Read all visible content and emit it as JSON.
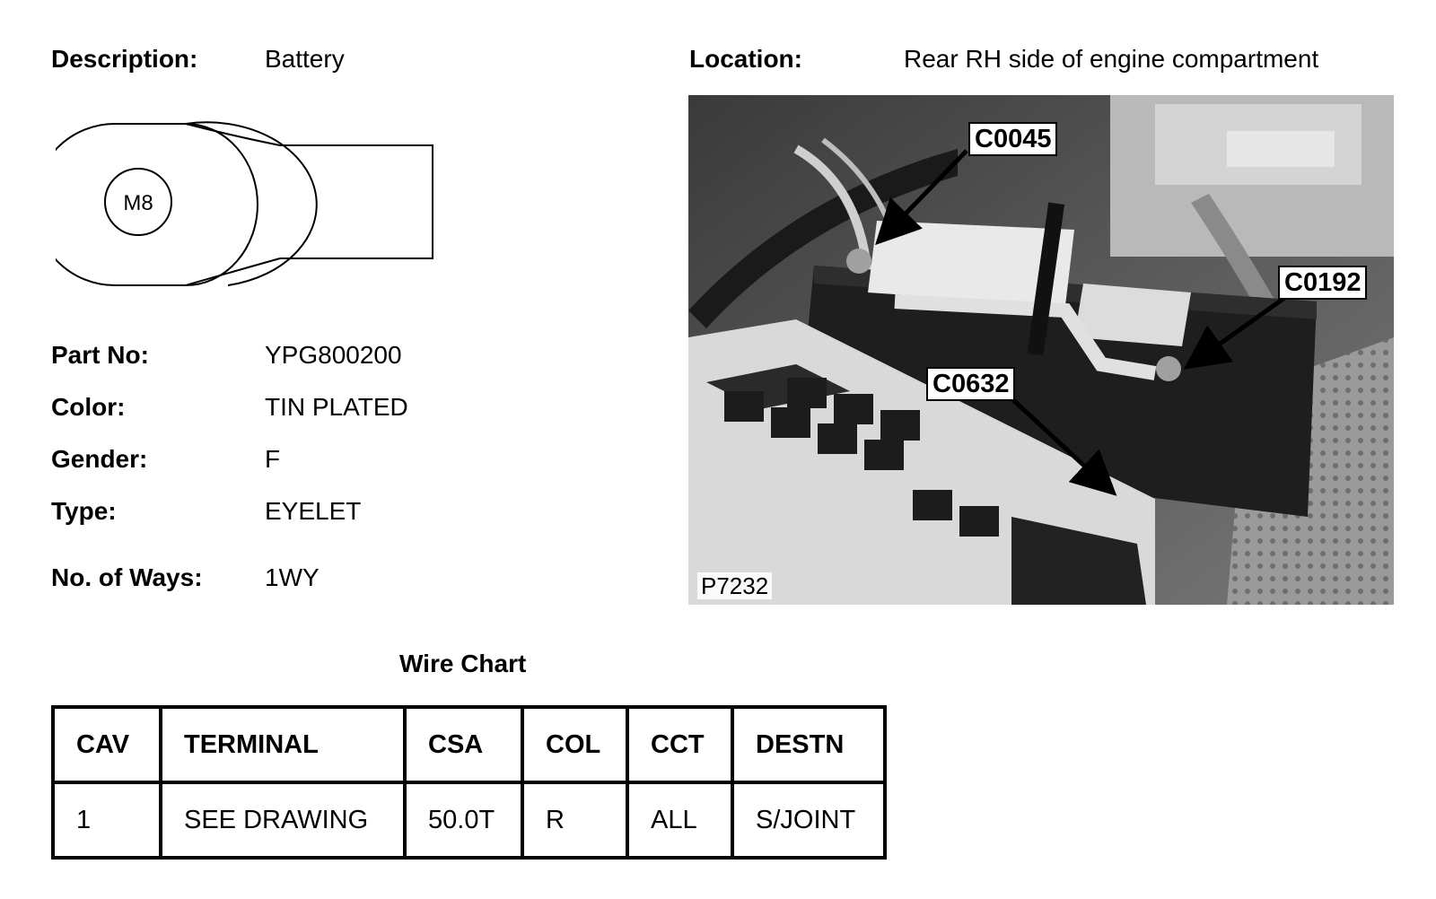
{
  "connector": {
    "description_label": "Description:",
    "description": "Battery",
    "location_label": "Location:",
    "location": "Rear RH side of engine compartment",
    "part_no_label": "Part No:",
    "part_no": "YPG800200",
    "color_label": "Color:",
    "color": "TIN PLATED",
    "gender_label": "Gender:",
    "gender": "F",
    "type_label": "Type:",
    "type": "EYELET",
    "ways_label": "No. of Ways:",
    "ways": "1WY"
  },
  "drawing": {
    "stud_label": "M8"
  },
  "photo": {
    "callouts": [
      "C0045",
      "C0192",
      "C0632"
    ],
    "figure_id": "P7232"
  },
  "wire_chart": {
    "title": "Wire Chart",
    "headers": [
      "CAV",
      "TERMINAL",
      "CSA",
      "COL",
      "CCT",
      "DESTN"
    ],
    "rows": [
      [
        "1",
        "SEE DRAWING",
        "50.0T",
        "R",
        "ALL",
        "S/JOINT"
      ]
    ]
  }
}
